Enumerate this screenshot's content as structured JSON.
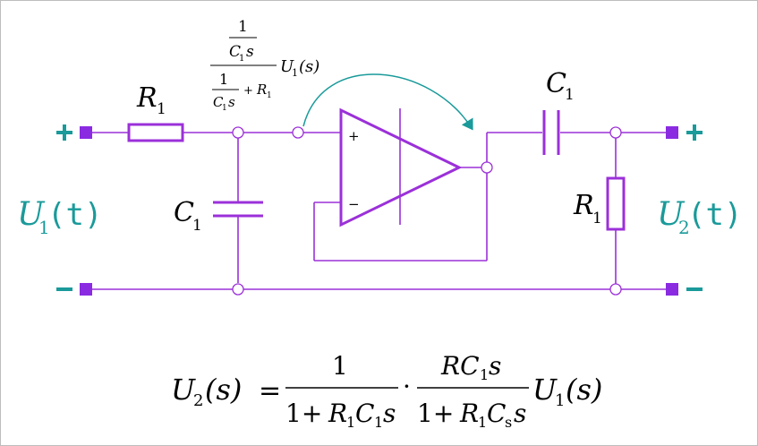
{
  "labels": {
    "r_left": "R",
    "r_left_sub": "1",
    "c_shunt": "C",
    "c_shunt_sub": "1",
    "c_series": "C",
    "c_series_sub": "1",
    "r_right": "R",
    "r_right_sub": "1",
    "u_in": "U",
    "u_in_sub": "1",
    "u_in_arg": "(t)",
    "u_out": "U",
    "u_out_sub": "2",
    "u_out_arg": "(t)",
    "plus": "+",
    "minus": "−",
    "opamp_plus": "+",
    "opamp_minus": "−"
  },
  "annotation": {
    "num_top": "1",
    "num_bottom_c": "C",
    "num_bottom_sub": "1",
    "num_bottom_s": "s",
    "den_one": "1",
    "den_c": "C",
    "den_c_sub": "1",
    "den_s": "s",
    "den_plus": "+",
    "den_r": "R",
    "den_r_sub": "1",
    "u": "U",
    "u_sub": "1",
    "u_arg": "(s)"
  },
  "equation": {
    "lhs_u": "U",
    "lhs_sub": "2",
    "lhs_arg": "(s)",
    "eq": "=",
    "f1_num": "1",
    "f1_den_pre": "1+ ",
    "f1_den_r": "R",
    "f1_den_r_sub": "1",
    "f1_den_c": "C",
    "f1_den_c_sub": "1",
    "f1_den_s": "s",
    "dot": "·",
    "f2_num_r": "RC",
    "f2_num_sub": "1",
    "f2_num_s": "s",
    "f2_den_pre": "1+ ",
    "f2_den_r": "R",
    "f2_den_r_sub": "1",
    "f2_den_c": "C",
    "f2_den_c_sub": "s",
    "f2_den_s": "s",
    "rhs_u": "U",
    "rhs_sub": "1",
    "rhs_arg": "(s)"
  },
  "colors": {
    "wire": "#9b30d9",
    "terminal": "#8a2be2",
    "accent": "#1a9a9a"
  }
}
